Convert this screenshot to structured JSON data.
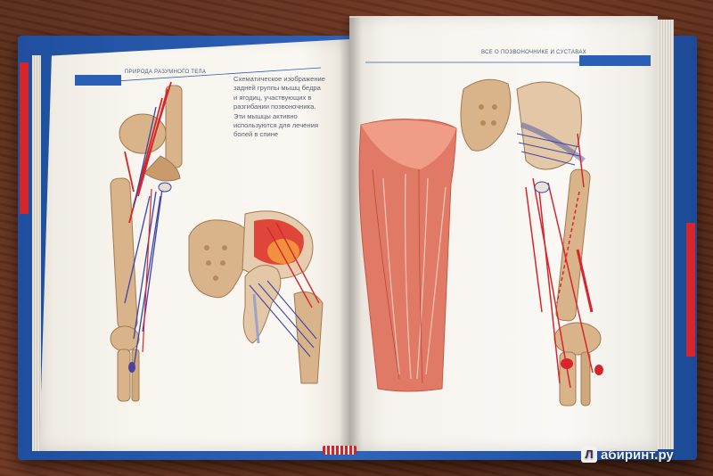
{
  "book": {
    "left_header": "ПРИРОДА РАЗУМНОГО ТЕЛА",
    "right_header": "ВСЕ О ПОЗВОНОЧНИКЕ И СУСТАВАХ",
    "caption_lines": [
      "Схематическое изображение",
      "задней группы мышц бедра",
      "и ягодиц, участвующих в",
      "разгибании позвоночника.",
      "Эти мышцы активно",
      "используются для лечения",
      "болей в спине"
    ]
  },
  "watermark": {
    "mark": "Л",
    "text": "абиринт.ру"
  },
  "colors": {
    "cover": "#2f63b8",
    "accent_red": "#d3262b",
    "bone": "#d9b48a",
    "muscle": "#e07a66"
  }
}
